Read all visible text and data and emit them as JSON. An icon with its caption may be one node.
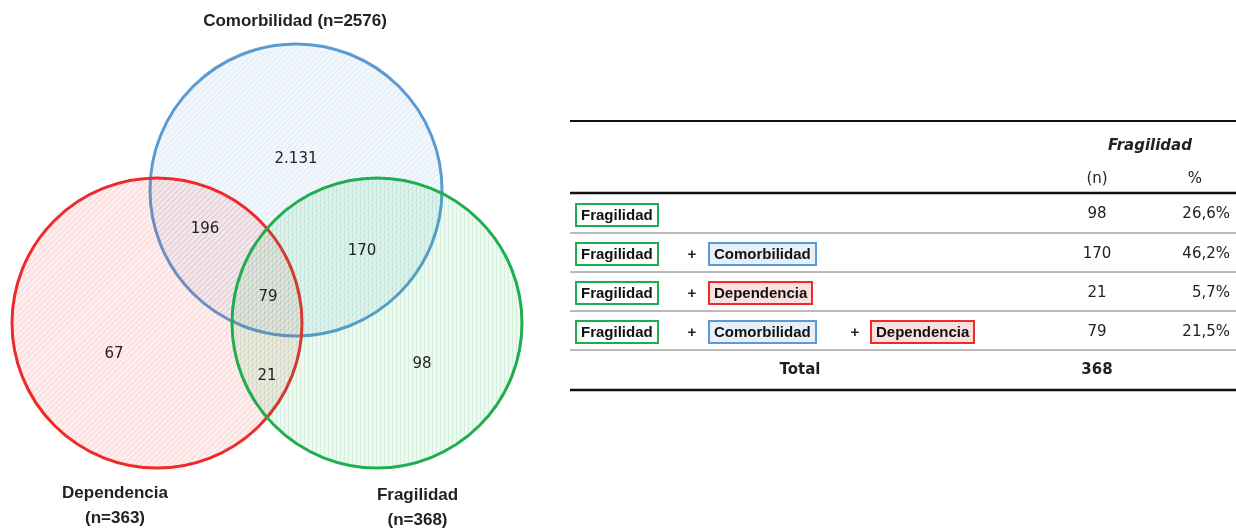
{
  "diagram": {
    "nodes": [
      {
        "text": [
          "Comorbilidad (n=2576)"
        ]
      },
      {
        "text": [
          "Dependencia (n=363)"
        ]
      },
      {
        "text": [
          "Fragilidad (n=368)"
        ]
      },
      {
        "text": [
          "Fragilidad"
        ]
      },
      {
        "text": [
          "Fragilidad"
        ]
      },
      {
        "text": [
          "Comorbilidad"
        ]
      },
      {
        "text": [
          "Fragilidad"
        ]
      },
      {
        "text": [
          "Dependencia"
        ]
      },
      {
        "text": [
          "Fragilidad"
        ]
      },
      {
        "text": [
          "Comorbilidad"
        ]
      },
      {
        "text": [
          "Dependencia"
        ]
      }
    ],
    "labels": [
      "2.131",
      "196",
      "170",
      "79",
      "67",
      "21",
      "98",
      "Fragilidad",
      "(n)",
      "%",
      "98",
      "26,6%",
      "+",
      "170",
      "46,2%",
      "+",
      "21",
      "5,7%",
      "+",
      "+",
      "79",
      "21,5%",
      "Total",
      "368"
    ]
  }
}
